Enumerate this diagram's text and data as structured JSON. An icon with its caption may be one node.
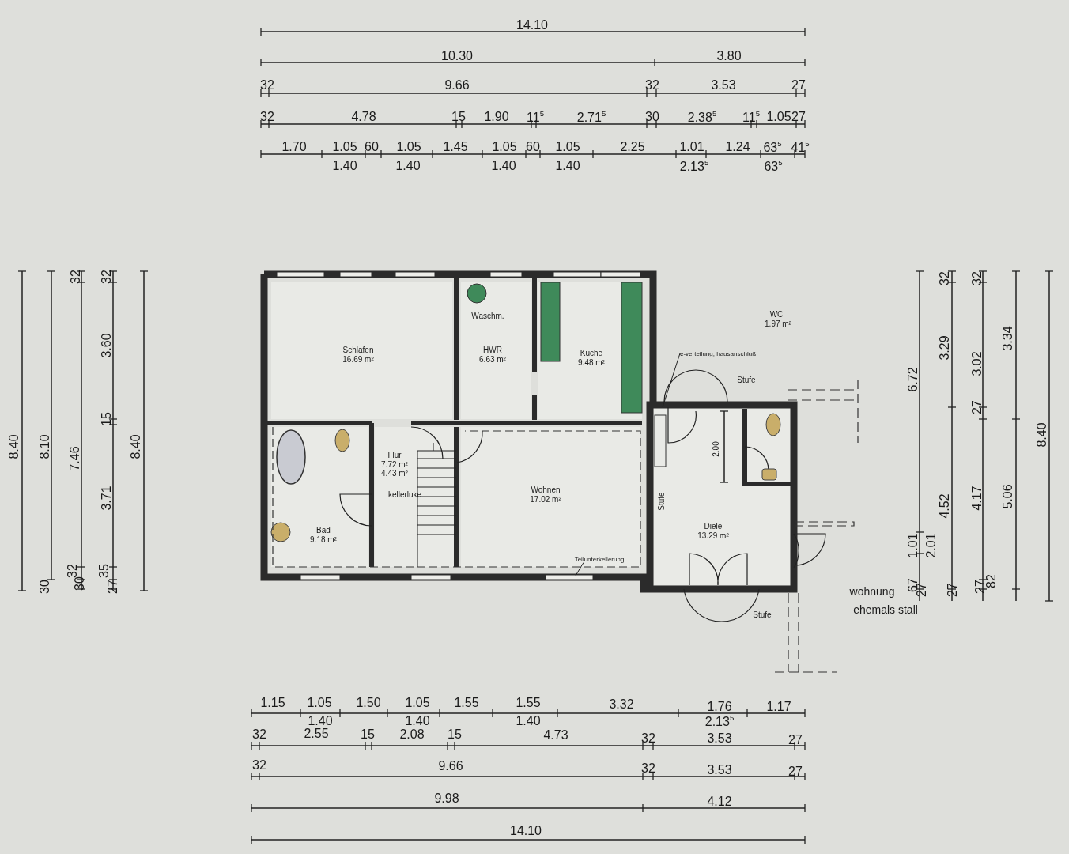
{
  "diagram": {
    "nodes": [
      {
        "text": [
          "Schlafen",
          "16.69 m²"
        ]
      },
      {
        "text": [
          "HWR",
          "6.63 m²"
        ]
      },
      {
        "text": [
          "Küche",
          "9.48 m²"
        ]
      },
      {
        "text": [
          "Bad",
          "9.18 m²"
        ]
      },
      {
        "text": [
          "Flur",
          "7.72 m²",
          "4.43 m²"
        ]
      },
      {
        "text": [
          "Wohnen",
          "17.02 m²"
        ]
      },
      {
        "text": [
          "Diele",
          "13.29 m²"
        ]
      },
      {
        "text": [
          "e-verteilung, hausanschluß"
        ]
      },
      {
        "text": [
          "Teilunterkellerung"
        ],
        "in": 5
      }
    ],
    "edges": [
      {
        "from": 7,
        "to": 6,
        "arrow": "none"
      },
      {
        "from": 8,
        "to": null,
        "arrow": "none"
      }
    ],
    "labels": [
      "14.10",
      "10.30",
      "3.80",
      "32",
      "9.66",
      "32",
      "3.53",
      "27",
      "32",
      "4.78",
      "15",
      "1.90",
      "11$^{5}$",
      "2.71$^{5}$",
      "30",
      "2.38$^{5}$",
      "11$^{5}$",
      "1.05",
      "27",
      "1.70",
      "1.05",
      "60",
      "1.05",
      "1.45",
      "1.05",
      "60",
      "1.05",
      "2.25",
      "1.01",
      "1.24",
      "63$^{5}$",
      "41$^{5}$",
      "1.40",
      "1.40",
      "1.40",
      "1.40",
      "2.13$^{5}$",
      "63$^{5}$",
      "8.40",
      "8.10",
      "30",
      "32",
      "7.46",
      "32",
      "30",
      "32",
      "3.60",
      "15",
      "3.71",
      "35",
      "27",
      "8.40",
      "6.72",
      "1.01",
      "67",
      "2.01",
      "27",
      "32",
      "3.29",
      "4.52",
      "27",
      "32",
      "3.02",
      "27",
      "4.17",
      "27",
      "82",
      "3.34",
      "5.06",
      "8.40",
      "1.15",
      "1.05",
      "1.50",
      "1.05",
      "1.55",
      "1.55",
      "3.32",
      "1.76",
      "1.17",
      "1.40",
      "1.40",
      "1.40",
      "2.13$^{5}$",
      "32",
      "2.55",
      "15",
      "2.08",
      "15",
      "4.73",
      "32",
      "3.53",
      "27",
      "32",
      "9.66",
      "32",
      "3.53",
      "27",
      "9.98",
      "4.12",
      "14.10",
      "Waschm.",
      "kellerluke",
      "Stufe",
      "Stufe",
      "Stufe",
      "2.00",
      "WC",
      "1.97 m²",
      "wohnung",
      "ehemals stall"
    ]
  }
}
